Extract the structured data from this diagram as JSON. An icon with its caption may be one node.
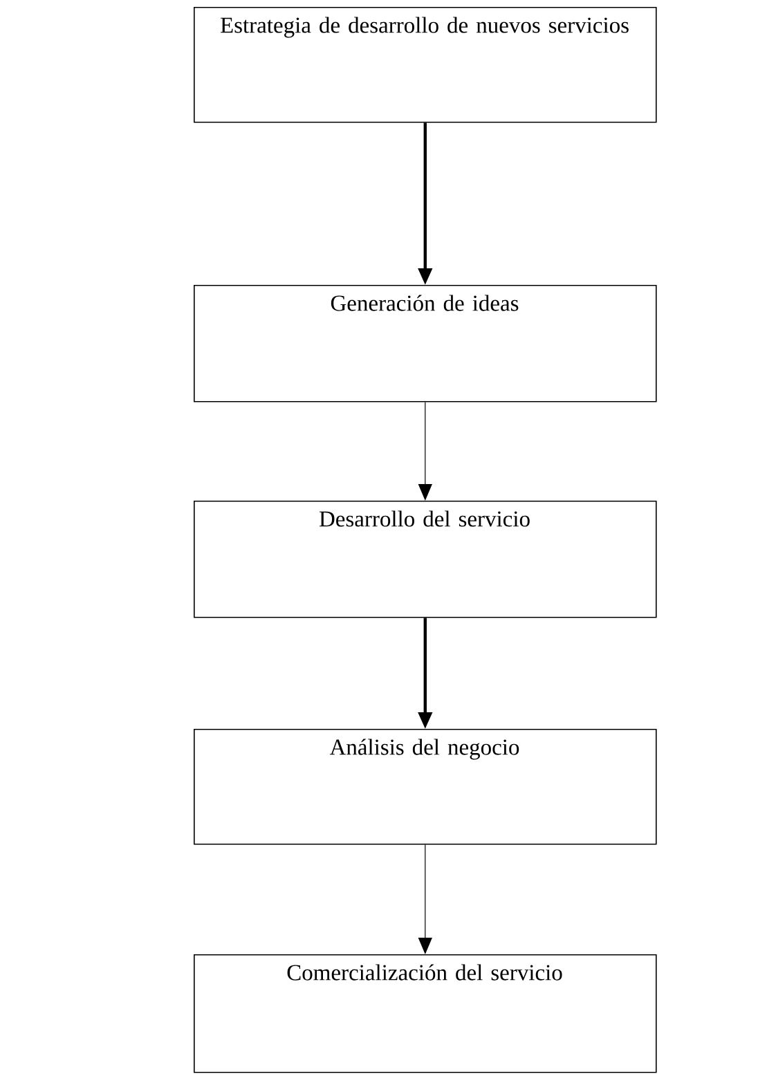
{
  "diagram": {
    "nodes": [
      {
        "text": [
          "Estrategia de desarrollo de nuevos servicios"
        ]
      },
      {
        "text": [
          "Generación de ideas"
        ]
      },
      {
        "text": [
          "Desarrollo del servicio"
        ]
      },
      {
        "text": [
          "Análisis del negocio"
        ]
      },
      {
        "text": [
          "Comercialización del servicio"
        ]
      }
    ],
    "edges": [
      {
        "from": 0,
        "to": 1,
        "arrow": "to",
        "style": "thick"
      },
      {
        "from": 1,
        "to": 2,
        "arrow": "to"
      },
      {
        "from": 2,
        "to": 3,
        "arrow": "to",
        "style": "thick"
      },
      {
        "from": 3,
        "to": 4,
        "arrow": "to"
      }
    ]
  }
}
